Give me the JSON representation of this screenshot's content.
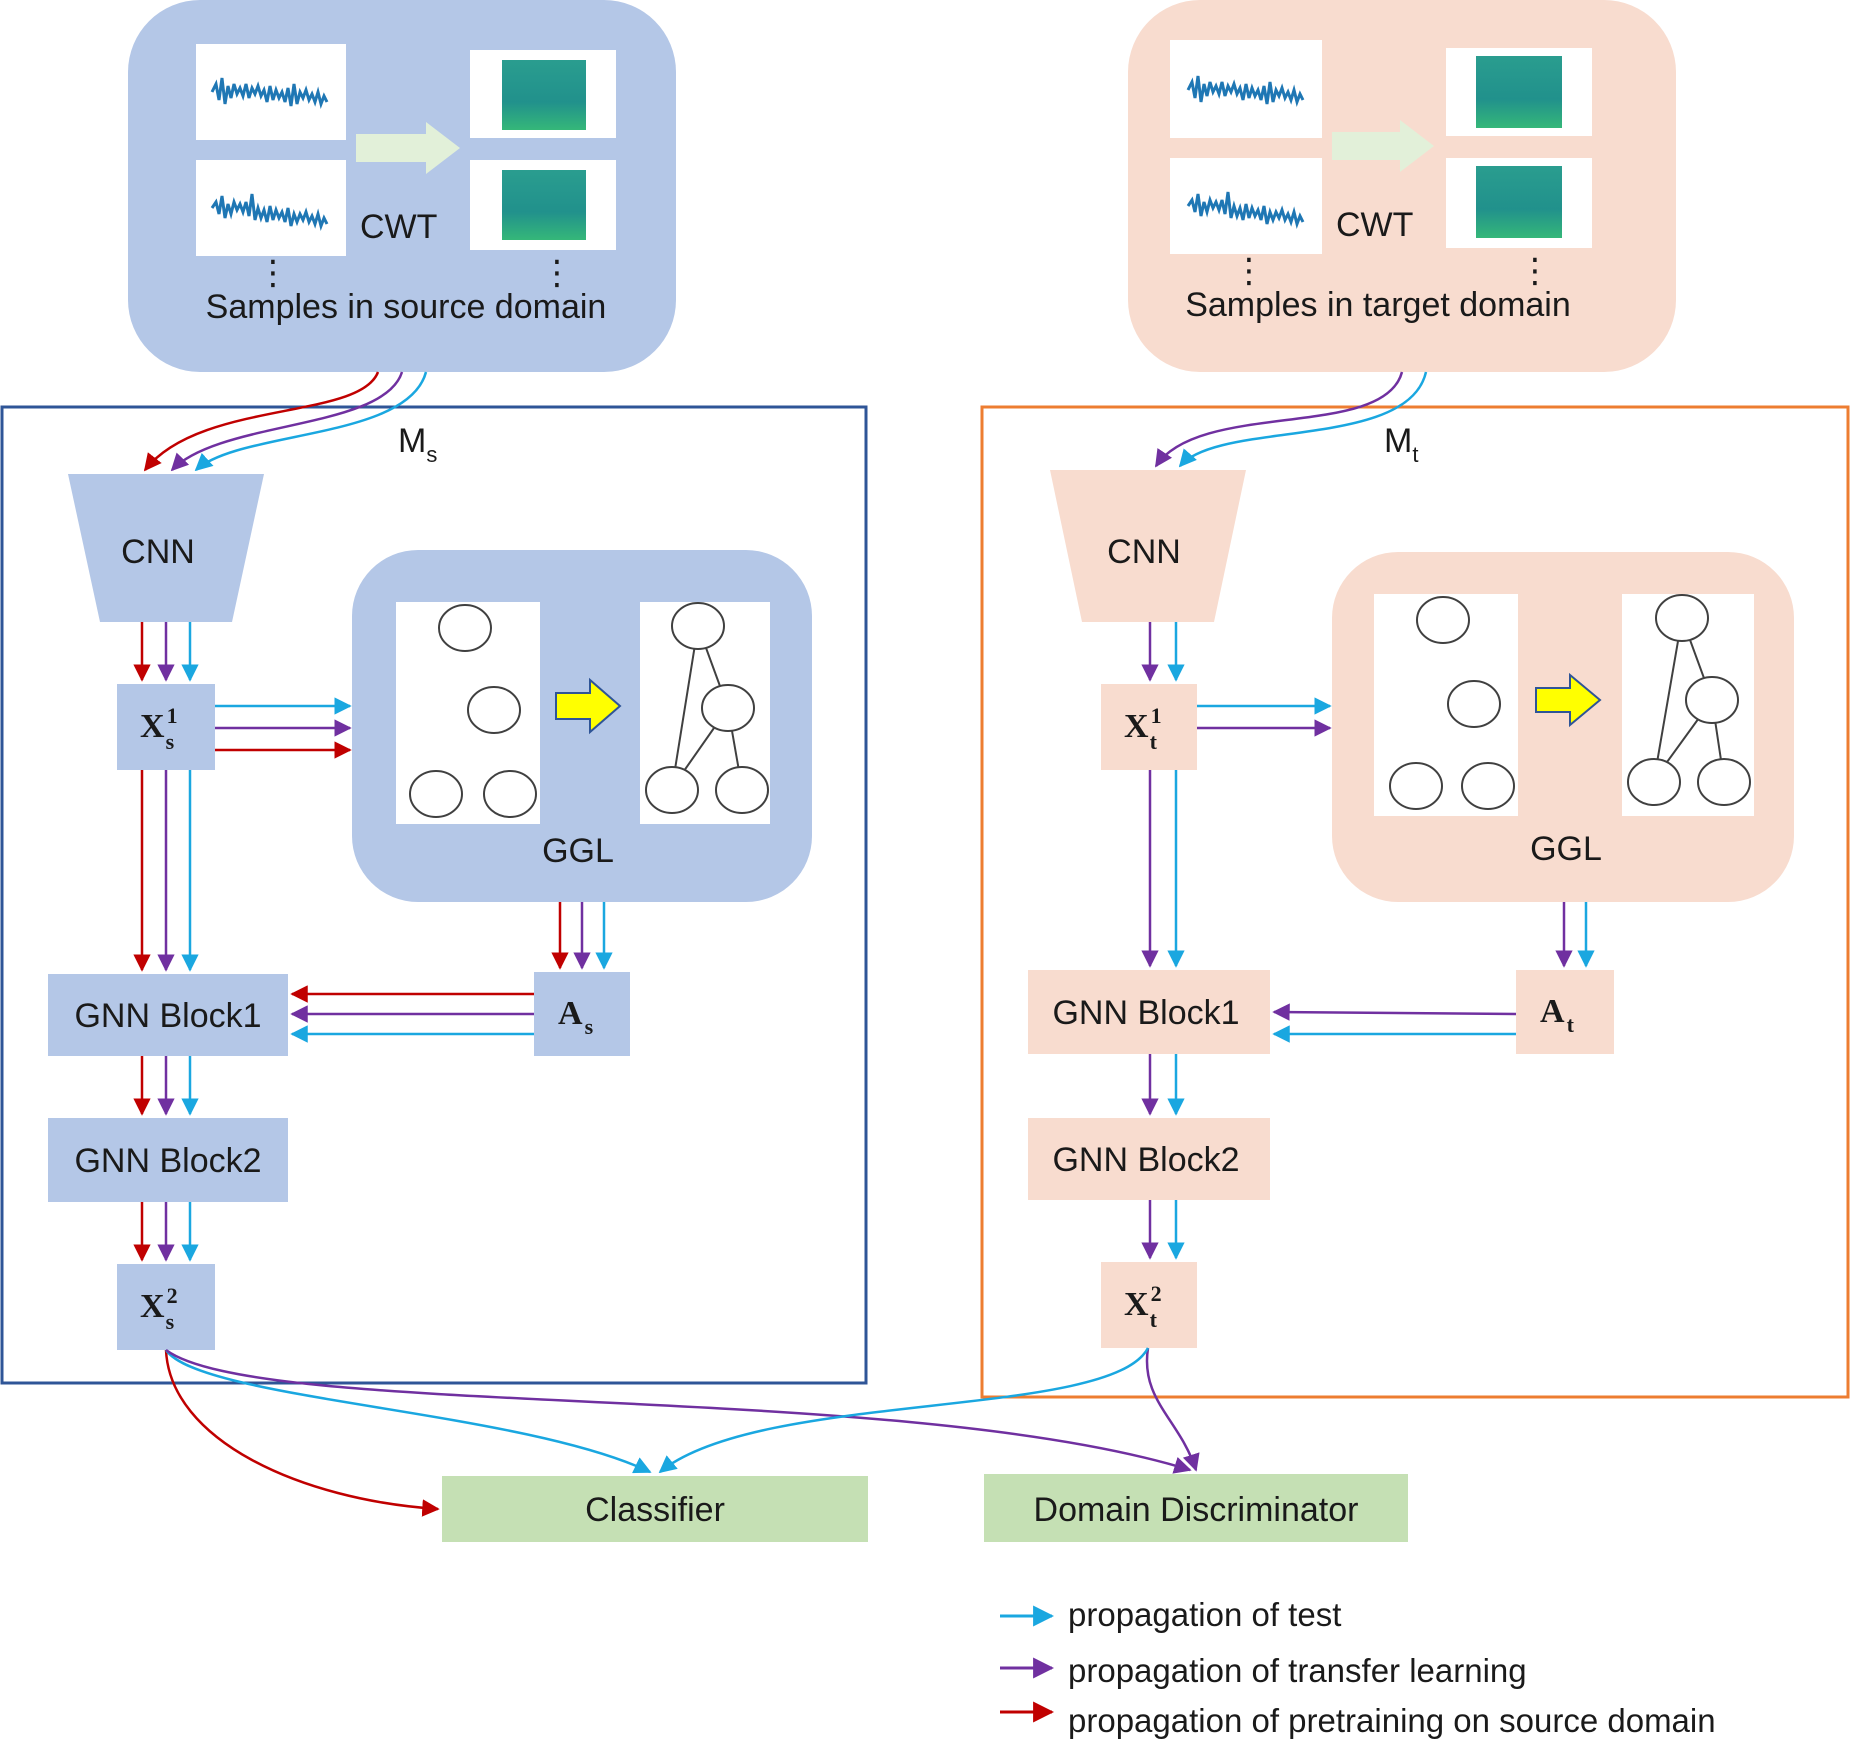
{
  "source": {
    "cwt_label": "CWT",
    "samples_label": "Samples in source domain",
    "model_label": "M",
    "model_sub": "s",
    "cnn_label": "CNN",
    "ggl_label": "GGL",
    "x1": {
      "base": "X",
      "sub": "s",
      "sup": "1"
    },
    "x2": {
      "base": "X",
      "sub": "s",
      "sup": "2"
    },
    "adj": {
      "base": "A",
      "sub": "s"
    },
    "gnn1_label": "GNN Block1",
    "gnn2_label": "GNN Block2"
  },
  "target": {
    "cwt_label": "CWT",
    "samples_label": "Samples in target domain",
    "model_label": "M",
    "model_sub": "t",
    "cnn_label": "CNN",
    "ggl_label": "GGL",
    "x1": {
      "base": "X",
      "sub": "t",
      "sup": "1"
    },
    "x2": {
      "base": "X",
      "sub": "t",
      "sup": "2"
    },
    "adj": {
      "base": "A",
      "sub": "t"
    },
    "gnn1_label": "GNN Block1",
    "gnn2_label": "GNN Block2"
  },
  "outputs": {
    "classifier_label": "Classifier",
    "discriminator_label": "Domain Discriminator"
  },
  "ellipsis": "⋮",
  "legend": [
    {
      "label": "propagation of test",
      "color": "#1aa7e0"
    },
    {
      "label": "propagation of transfer learning",
      "color": "#7030a0"
    },
    {
      "label": "propagation of pretraining on source domain",
      "color": "#c00000"
    }
  ],
  "colors": {
    "source_fill": "#b4c7e7",
    "target_fill": "#f8dccf",
    "output_fill": "#c5e0b4",
    "source_border": "#2f5597",
    "target_border": "#ed7d31",
    "test": "#1aa7e0",
    "transfer": "#7030a0",
    "pretrain": "#c00000",
    "ggl_arrow": "#ffff00"
  }
}
